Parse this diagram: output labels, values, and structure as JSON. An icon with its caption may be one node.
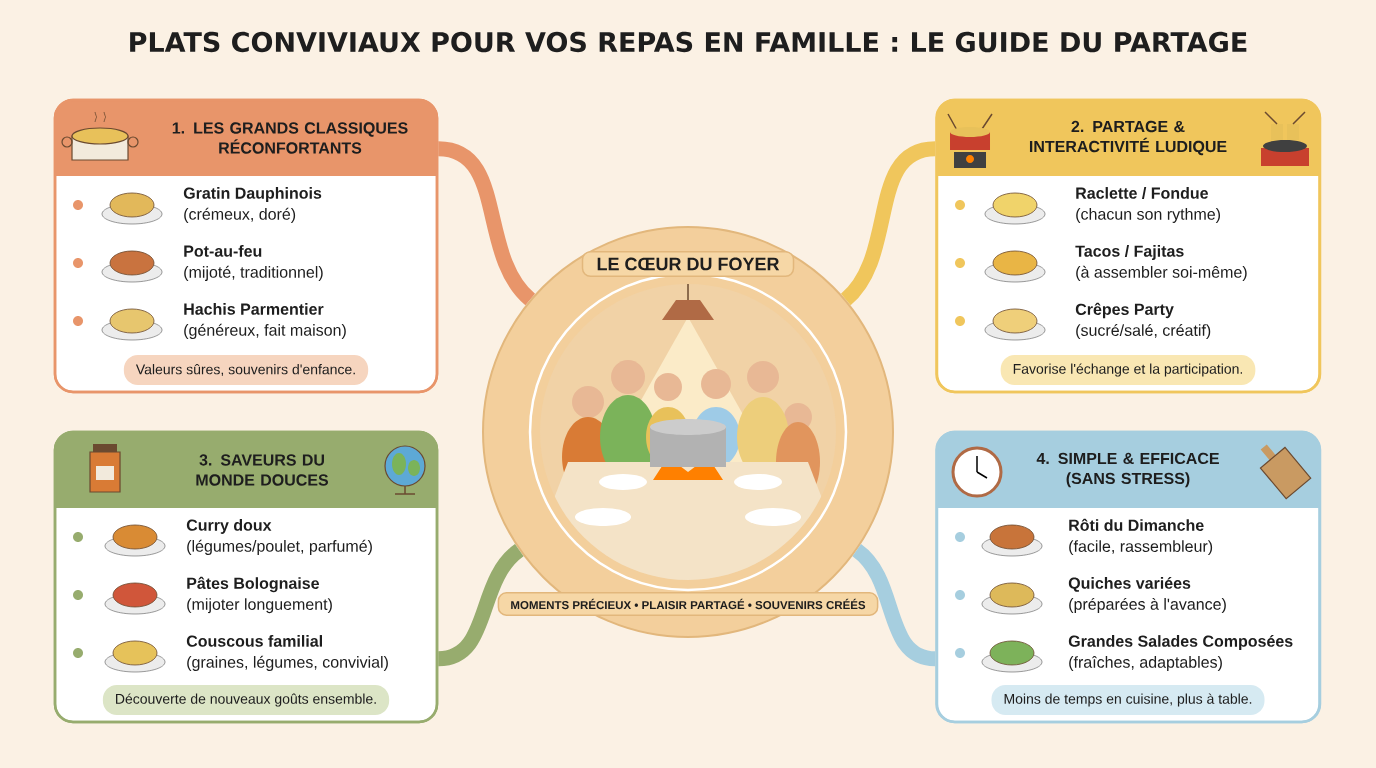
{
  "diagram": {
    "title": "PLATS CONVIVIAUX POUR VOS REPAS EN FAMILLE : LE GUIDE DU PARTAGE",
    "nodes": [
      {
        "text": [
          "LE CŒUR DU FOYER",
          "MOMENTS PRÉCIEUX • PLAISIR PARTAGÉ • SOUVENIRS CRÉÉS"
        ]
      },
      {
        "text": [
          "1. LES GRANDS CLASSIQUES RÉCONFORTANTS"
        ]
      },
      {
        "text": [
          "Gratin Dauphinois",
          "(crémeux, doré)"
        ],
        "in": 1
      },
      {
        "text": [
          "Pot-au-feu",
          "(mijoté, traditionnel)"
        ],
        "in": 1
      },
      {
        "text": [
          "Hachis Parmentier",
          "(généreux, fait maison)"
        ],
        "in": 1
      },
      {
        "text": [
          "Valeurs sûres, souvenirs d'enfance."
        ],
        "in": 1
      },
      {
        "text": [
          "2. PARTAGE & INTERACTIVITÉ LUDIQUE"
        ]
      },
      {
        "text": [
          "Raclette / Fondue",
          "(chacun son rythme)"
        ],
        "in": 6
      },
      {
        "text": [
          "Tacos / Fajitas",
          "(à assembler soi-même)"
        ],
        "in": 6
      },
      {
        "text": [
          "Crêpes Party",
          "(sucré/salé, créatif)"
        ],
        "in": 6
      },
      {
        "text": [
          "Favorise l'échange et la participation."
        ],
        "in": 6
      },
      {
        "text": [
          "3. SAVEURS DU MONDE DOUCES"
        ]
      },
      {
        "text": [
          "Curry doux",
          "(légumes/poulet, parfumé)"
        ],
        "in": 11
      },
      {
        "text": [
          "Pâtes Bolognaise",
          "(mijoter longuement)"
        ],
        "in": 11
      },
      {
        "text": [
          "Couscous familial",
          "(graines, légumes, convivial)"
        ],
        "in": 11
      },
      {
        "text": [
          "Découverte de nouveaux goûts ensemble."
        ],
        "in": 11
      },
      {
        "text": [
          "4. SIMPLE & EFFICACE (SANS STRESS)"
        ]
      },
      {
        "text": [
          "Rôti du Dimanche",
          "(facile, rassembleur)"
        ],
        "in": 16
      },
      {
        "text": [
          "Quiches variées",
          "(préparées à l'avance)"
        ],
        "in": 16
      },
      {
        "text": [
          "Grandes Salades Composées",
          "(fraîches, adaptables)"
        ],
        "in": 16
      },
      {
        "text": [
          "Moins de temps en cuisine, plus à table."
        ],
        "in": 16
      }
    ],
    "edges": [
      {
        "from": 1,
        "to": 0,
        "arrow": "none",
        "color": "#e8956a"
      },
      {
        "from": 6,
        "to": 0,
        "arrow": "none",
        "color": "#f0c65c"
      },
      {
        "from": 11,
        "to": 0,
        "arrow": "none",
        "color": "#97ac6e"
      },
      {
        "from": 16,
        "to": 0,
        "arrow": "none",
        "color": "#a6cedf"
      }
    ]
  }
}
